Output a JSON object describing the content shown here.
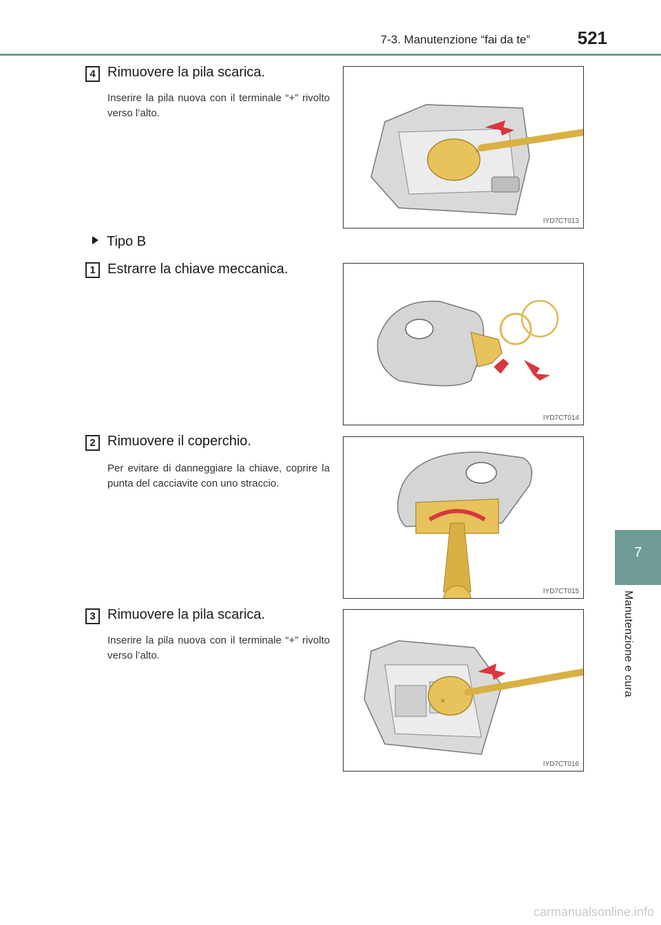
{
  "header": {
    "section": "7-3. Manutenzione “fai da te”",
    "page_number": "521"
  },
  "side_tab": {
    "number": "7",
    "label": "Manutenzione e cura"
  },
  "steps": [
    {
      "badge": "4",
      "title": "Rimuovere la pila scarica.",
      "note": "Inserire la pila nuova con il terminale “+” rivolto verso l’alto.",
      "figure_code": "IYD7CT013"
    },
    {
      "badge": "1",
      "title": "Estrarre la chiave meccanica.",
      "note": "",
      "figure_code": "IYD7CT014"
    },
    {
      "badge": "2",
      "title": "Rimuovere il coperchio.",
      "note": "Per evitare di danneggiare la chiave, coprire la punta del cacciavite con uno straccio.",
      "figure_code": "IYD7CT015"
    },
    {
      "badge": "3",
      "title": "Rimuovere la pila scarica.",
      "note": "Inserire la pila nuova con il terminale “+” rivolto verso l’alto.",
      "figure_code": "IYD7CT016"
    }
  ],
  "type_label": "Tipo B",
  "footer": {
    "watermark": "carmanualsonline.info"
  },
  "colors": {
    "accent": "#6e9c94",
    "battery": "#e8c25a",
    "arrow": "#d9363e"
  }
}
